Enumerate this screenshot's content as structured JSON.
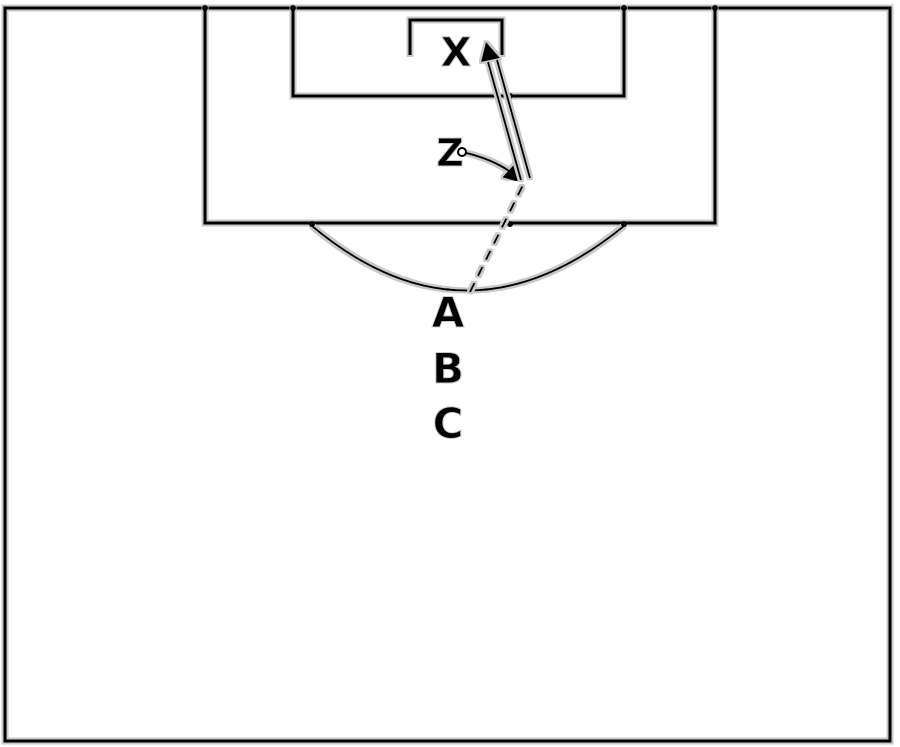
{
  "diagram": {
    "players": [
      {
        "id": "X",
        "label": "X",
        "role": "goalkeeper"
      },
      {
        "id": "Z",
        "label": "Z",
        "role": "player"
      },
      {
        "id": "A",
        "label": "A",
        "role": "player"
      },
      {
        "id": "B",
        "label": "B",
        "role": "player"
      },
      {
        "id": "C",
        "label": "C",
        "role": "player"
      }
    ],
    "movements": [
      {
        "from": "A",
        "to": "Z",
        "style": "dashed",
        "meaning": "pass"
      },
      {
        "from": "Z",
        "to": "Z-run",
        "style": "curved",
        "meaning": "run"
      },
      {
        "from": "Z",
        "to": "X",
        "style": "double",
        "meaning": "shot"
      }
    ]
  },
  "colors": {
    "line": "#000000",
    "background": "#ffffff",
    "halo": "#c9c9c9"
  }
}
